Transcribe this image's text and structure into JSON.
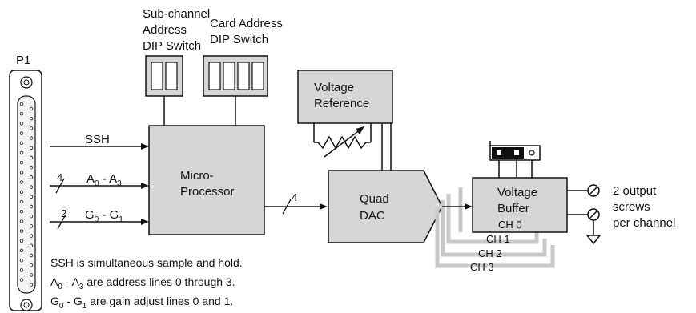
{
  "connector": {
    "label": "P1"
  },
  "dip_switches": {
    "subchannel": {
      "line1": "Sub-channel",
      "line2": "Address",
      "line3": "DIP Switch"
    },
    "card": {
      "line1": "Card Address",
      "line2": "DIP Switch"
    }
  },
  "signals": {
    "ssh": "SSH",
    "a_prefix": "A",
    "a_sub0": "0",
    "a_dash": " - A",
    "a_sub3": "3",
    "a_bus_width": "4",
    "g_prefix": "G",
    "g_sub0": "0",
    "g_dash": " - G",
    "g_sub1": "1",
    "g_bus_width": "2",
    "dac_bus_width": "4"
  },
  "blocks": {
    "microprocessor": {
      "line1": "Micro-",
      "line2": "Processor"
    },
    "voltage_reference": {
      "line1": "Voltage",
      "line2": "Reference"
    },
    "dac": {
      "line1": "Quad",
      "line2": "DAC"
    },
    "buffer": {
      "line1": "Voltage",
      "line2": "Buffer"
    }
  },
  "channels": [
    "CH 0",
    "CH 1",
    "CH 2",
    "CH 3"
  ],
  "output_note": {
    "line1": "2 output",
    "line2": "screws",
    "line3": "per channel"
  },
  "notes": {
    "line1": "SSH is simultaneous sample and hold.",
    "line2_a": "A",
    "line2_s0": "0",
    "line2_b": " - A",
    "line2_s3": "3",
    "line2_c": " are address lines 0 through 3.",
    "line3_a": "G",
    "line3_s0": "0",
    "line3_b": " - G",
    "line3_s1": "1",
    "line3_c": "  are gain adjust lines 0 and 1."
  },
  "colors": {
    "block_fill": "#d6d6d6",
    "line": "#111111",
    "ghost": "#c8c8c8"
  }
}
